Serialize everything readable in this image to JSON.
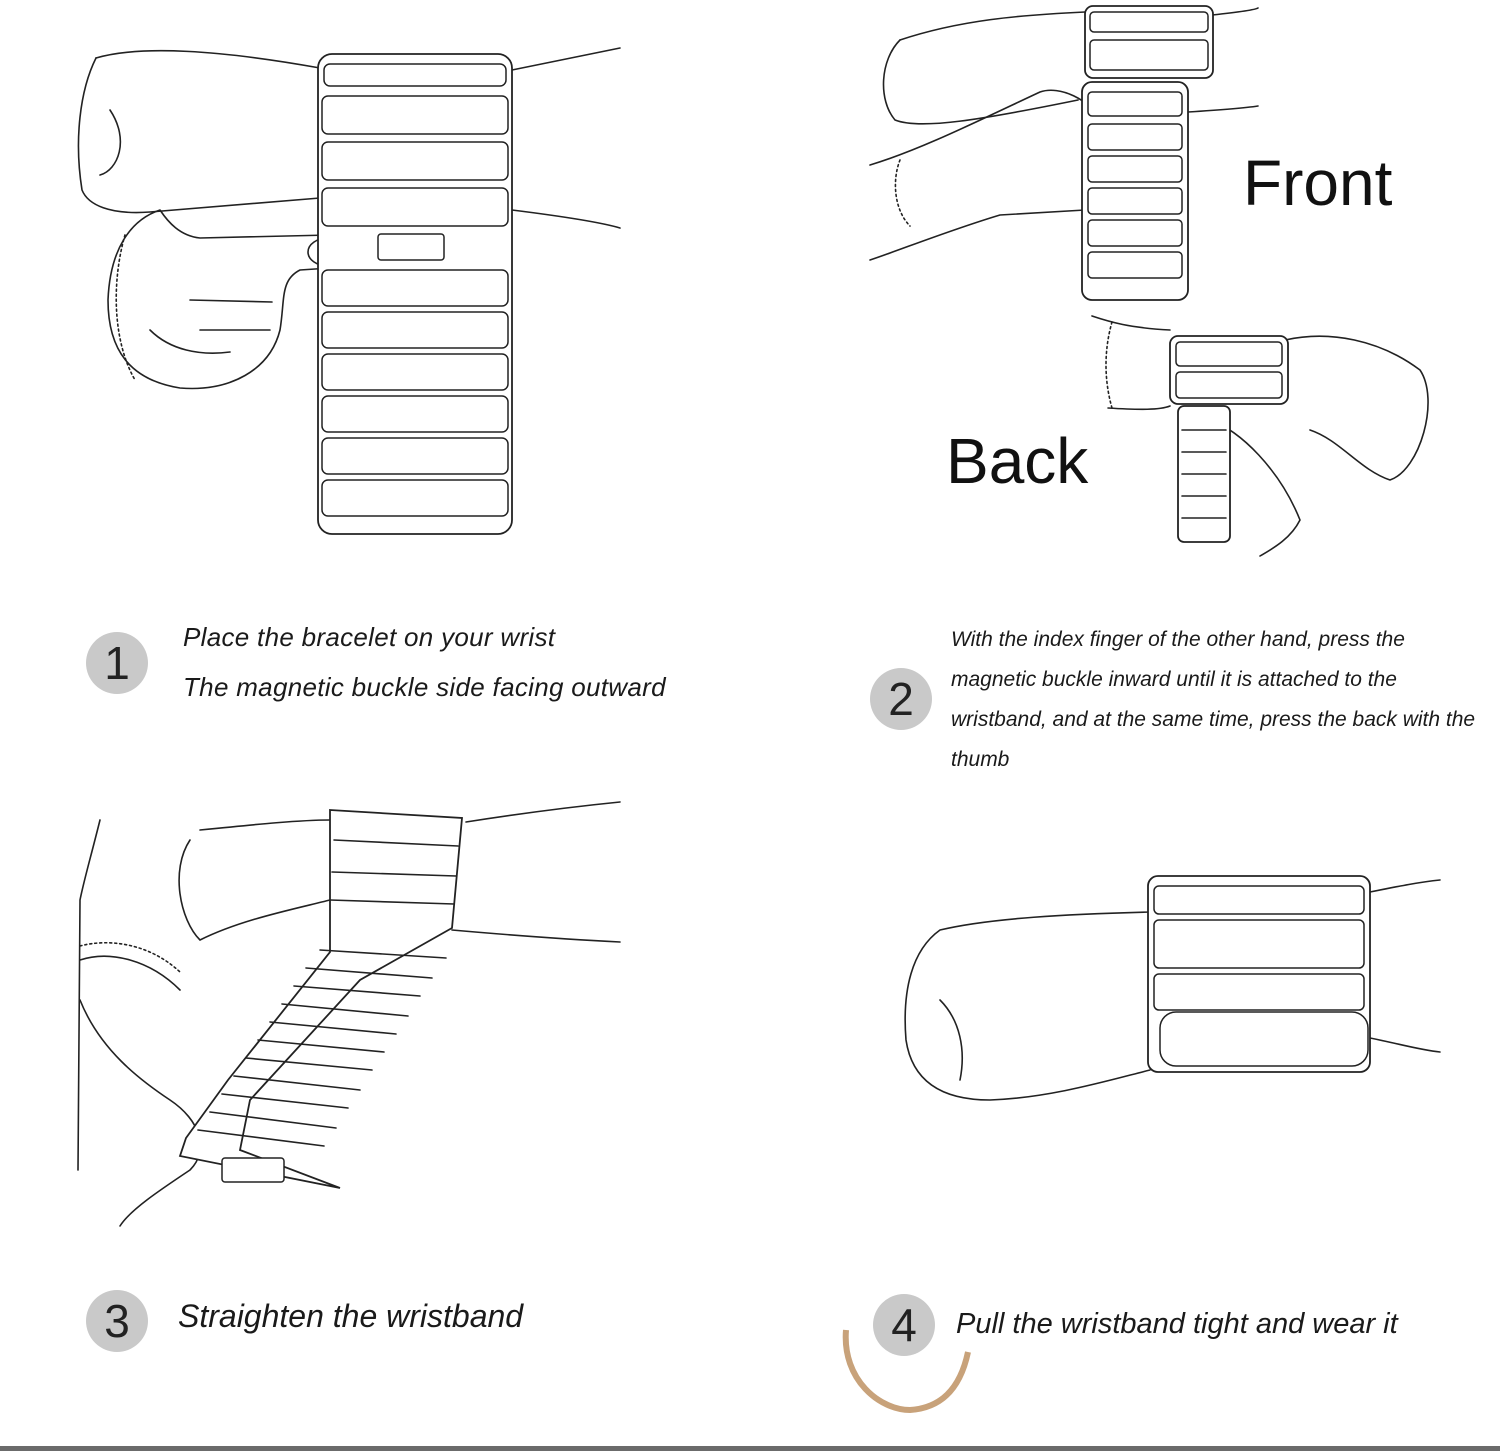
{
  "steps": [
    {
      "number": "1",
      "lines": [
        "Place the bracelet on your wrist",
        "The magnetic buckle side facing outward"
      ]
    },
    {
      "number": "2",
      "text": "With the index finger of the other hand, press the magnetic buckle inward until it is attached to the wristband, and at the same time, press the back with the thumb"
    },
    {
      "number": "3",
      "text": "Straighten the wristband"
    },
    {
      "number": "4",
      "text": "Pull the wristband tight and wear it"
    }
  ],
  "labels": {
    "front": "Front",
    "back": "Back"
  },
  "colors": {
    "badge": "#c9c9c9",
    "line": "#222222",
    "accent_arc": "#c8a27a",
    "rule": "#6b6b6b"
  },
  "icons": [
    "hand-illustration",
    "wristband-illustration",
    "magnetic-buckle-icon"
  ]
}
